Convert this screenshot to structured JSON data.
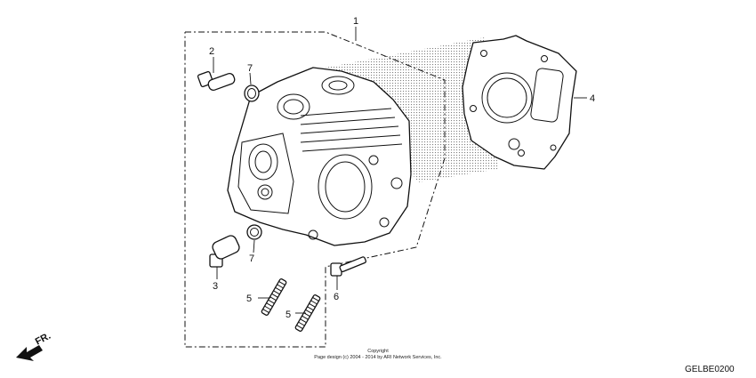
{
  "callouts": {
    "c1": "1",
    "c2": "2",
    "c3": "3",
    "c4": "4",
    "c5a": "5",
    "c5b": "5",
    "c6": "6",
    "c7a": "7",
    "c7b": "7"
  },
  "direction_label": "FR.",
  "copyright": {
    "line1": "Copyright",
    "line2": "Page design (c) 2004 - 2014 by ARI Network Services, Inc."
  },
  "diagram_code": "GELBE0200"
}
